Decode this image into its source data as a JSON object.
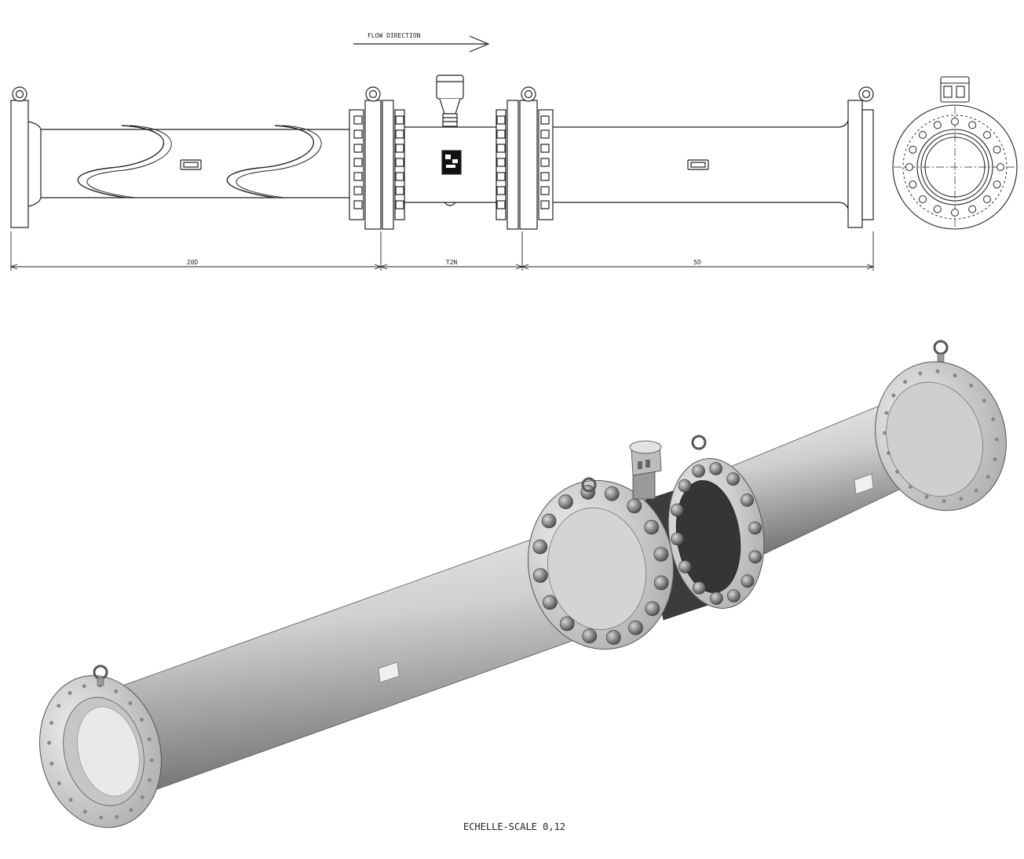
{
  "drawing": {
    "flow_label": "FLOW DIRECTION",
    "dimensions": [
      "20D",
      "T2N",
      "5D"
    ],
    "scale_label": "ECHELLE-SCALE 0,12"
  },
  "colors": {
    "line": "#222222",
    "metal_light": "#e6e6e6",
    "metal_mid": "#bdbdbd",
    "metal_dark": "#6f6f6f",
    "meter_body": "#3a3a3a"
  }
}
